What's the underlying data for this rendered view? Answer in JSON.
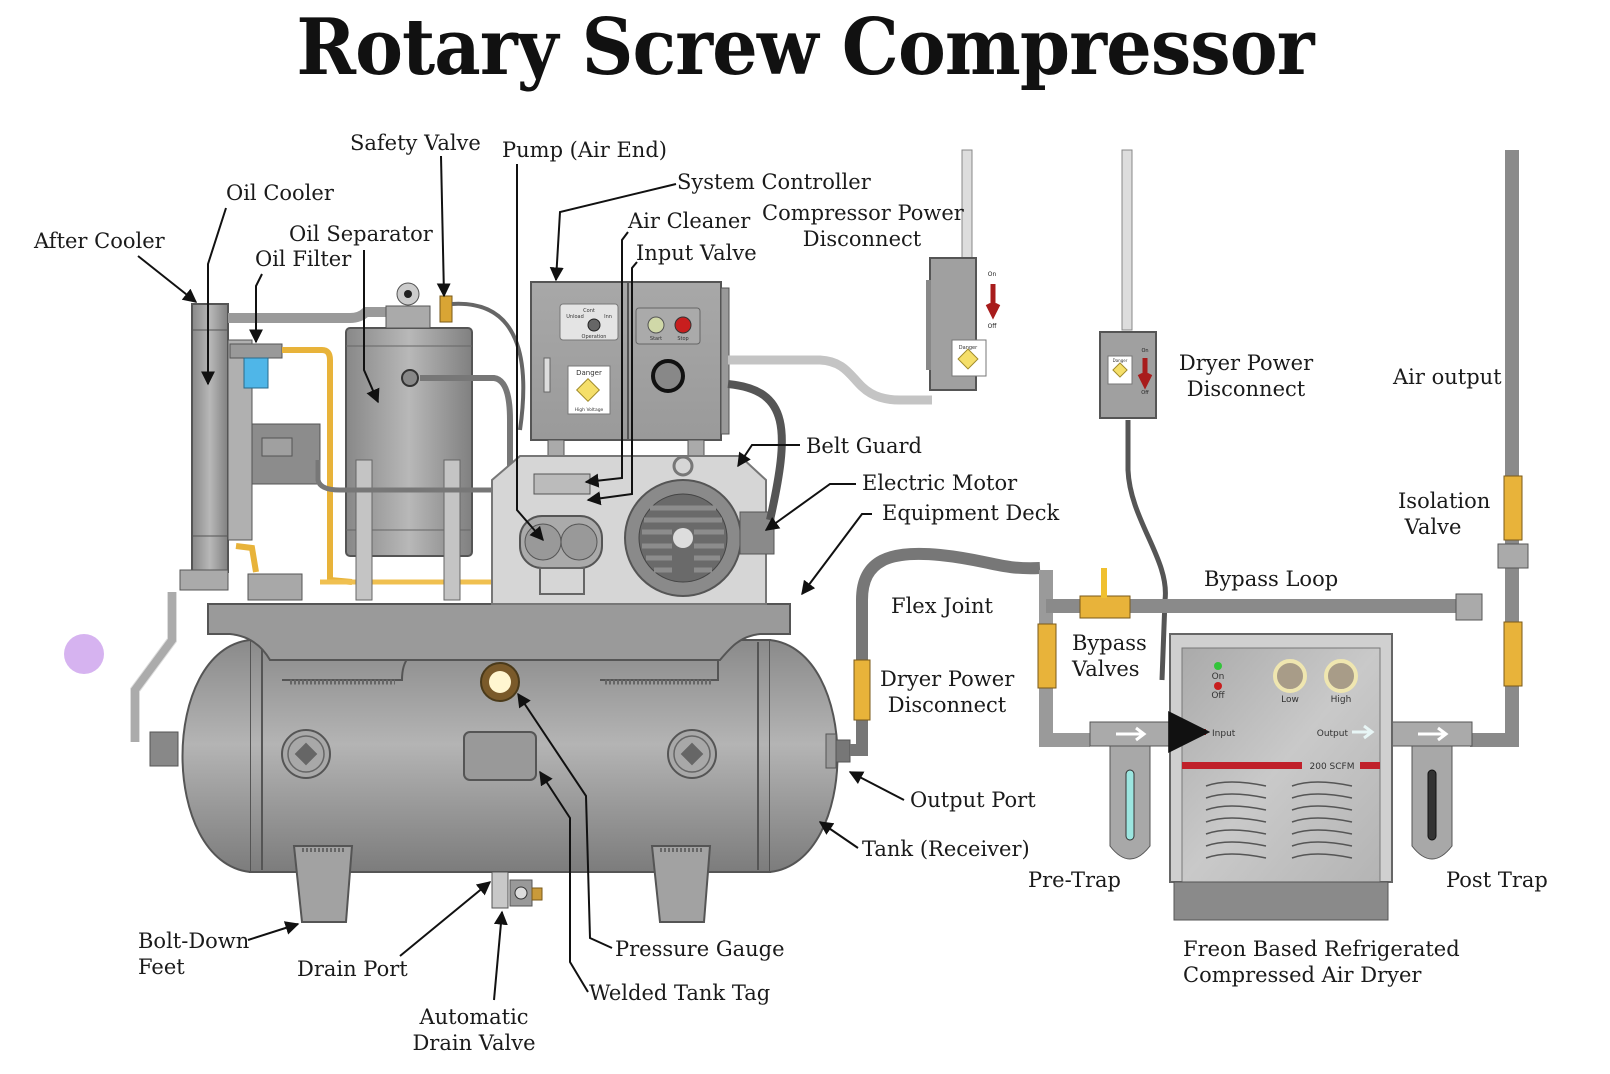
{
  "title": "Rotary Screw Compressor",
  "colors": {
    "metal": "#9c9c9c",
    "metal_dark": "#7a7a7a",
    "metal_light": "#c8c8c8",
    "brass": "#e8b33a",
    "oil_line": "#f0c050",
    "filter_blue": "#4fb6e8",
    "danger_yellow": "#f5df6a",
    "stop_red": "#c81e1e",
    "start_green": "#33c43a",
    "stripe_red": "#c0202a",
    "cursor_marker": "#d6b3f0"
  },
  "labels": {
    "after_cooler": "After Cooler",
    "oil_cooler": "Oil Cooler",
    "oil_separator": "Oil Separator",
    "oil_filter": "Oil Filter",
    "safety_valve": "Safety Valve",
    "pump_air_end": "Pump (Air End)",
    "system_controller": "System Controller",
    "air_cleaner": "Air Cleaner",
    "input_valve": "Input Valve",
    "compressor_power_disconnect_1": "Compressor Power",
    "compressor_power_disconnect_2": "Disconnect",
    "dryer_power_disconnect_top_1": "Dryer Power",
    "dryer_power_disconnect_top_2": "Disconnect",
    "air_output": "Air output",
    "belt_guard": "Belt Guard",
    "electric_motor": "Electric Motor",
    "equipment_deck": "Equipment Deck",
    "isolation_valve_1": "Isolation",
    "isolation_valve_2": "Valve",
    "bypass_loop": "Bypass Loop",
    "flex_joint": "Flex Joint",
    "bypass_valves_1": "Bypass",
    "bypass_valves_2": "Valves",
    "dryer_power_disconnect_mid_1": "Dryer Power",
    "dryer_power_disconnect_mid_2": "Disconnect",
    "output_port": "Output Port",
    "tank_receiver": "Tank (Receiver)",
    "pre_trap": "Pre-Trap",
    "post_trap": "Post Trap",
    "dryer_1": "Freon Based Refrigerated",
    "dryer_2": "Compressed Air Dryer",
    "bolt_down_feet_1": "Bolt-Down",
    "bolt_down_feet_2": "Feet",
    "drain_port": "Drain Port",
    "pressure_gauge": "Pressure Gauge",
    "welded_tank_tag": "Welded Tank Tag",
    "automatic_drain_valve_1": "Automatic",
    "automatic_drain_valve_2": "Drain Valve"
  },
  "controller_panel": {
    "selector_left": "Unload",
    "selector_top": "Cont",
    "selector_right": "Inn",
    "selector_bottom": "Operation",
    "start": "Start",
    "stop": "Stop",
    "danger": "Danger",
    "high_voltage": "High Voltage"
  },
  "disconnect_box": {
    "on": "On",
    "off": "Off",
    "danger": "Danger"
  },
  "dryer_panel": {
    "on": "On",
    "off": "Off",
    "low": "Low",
    "high": "High",
    "input": "Input",
    "output": "Output",
    "rating": "200 SCFM"
  }
}
